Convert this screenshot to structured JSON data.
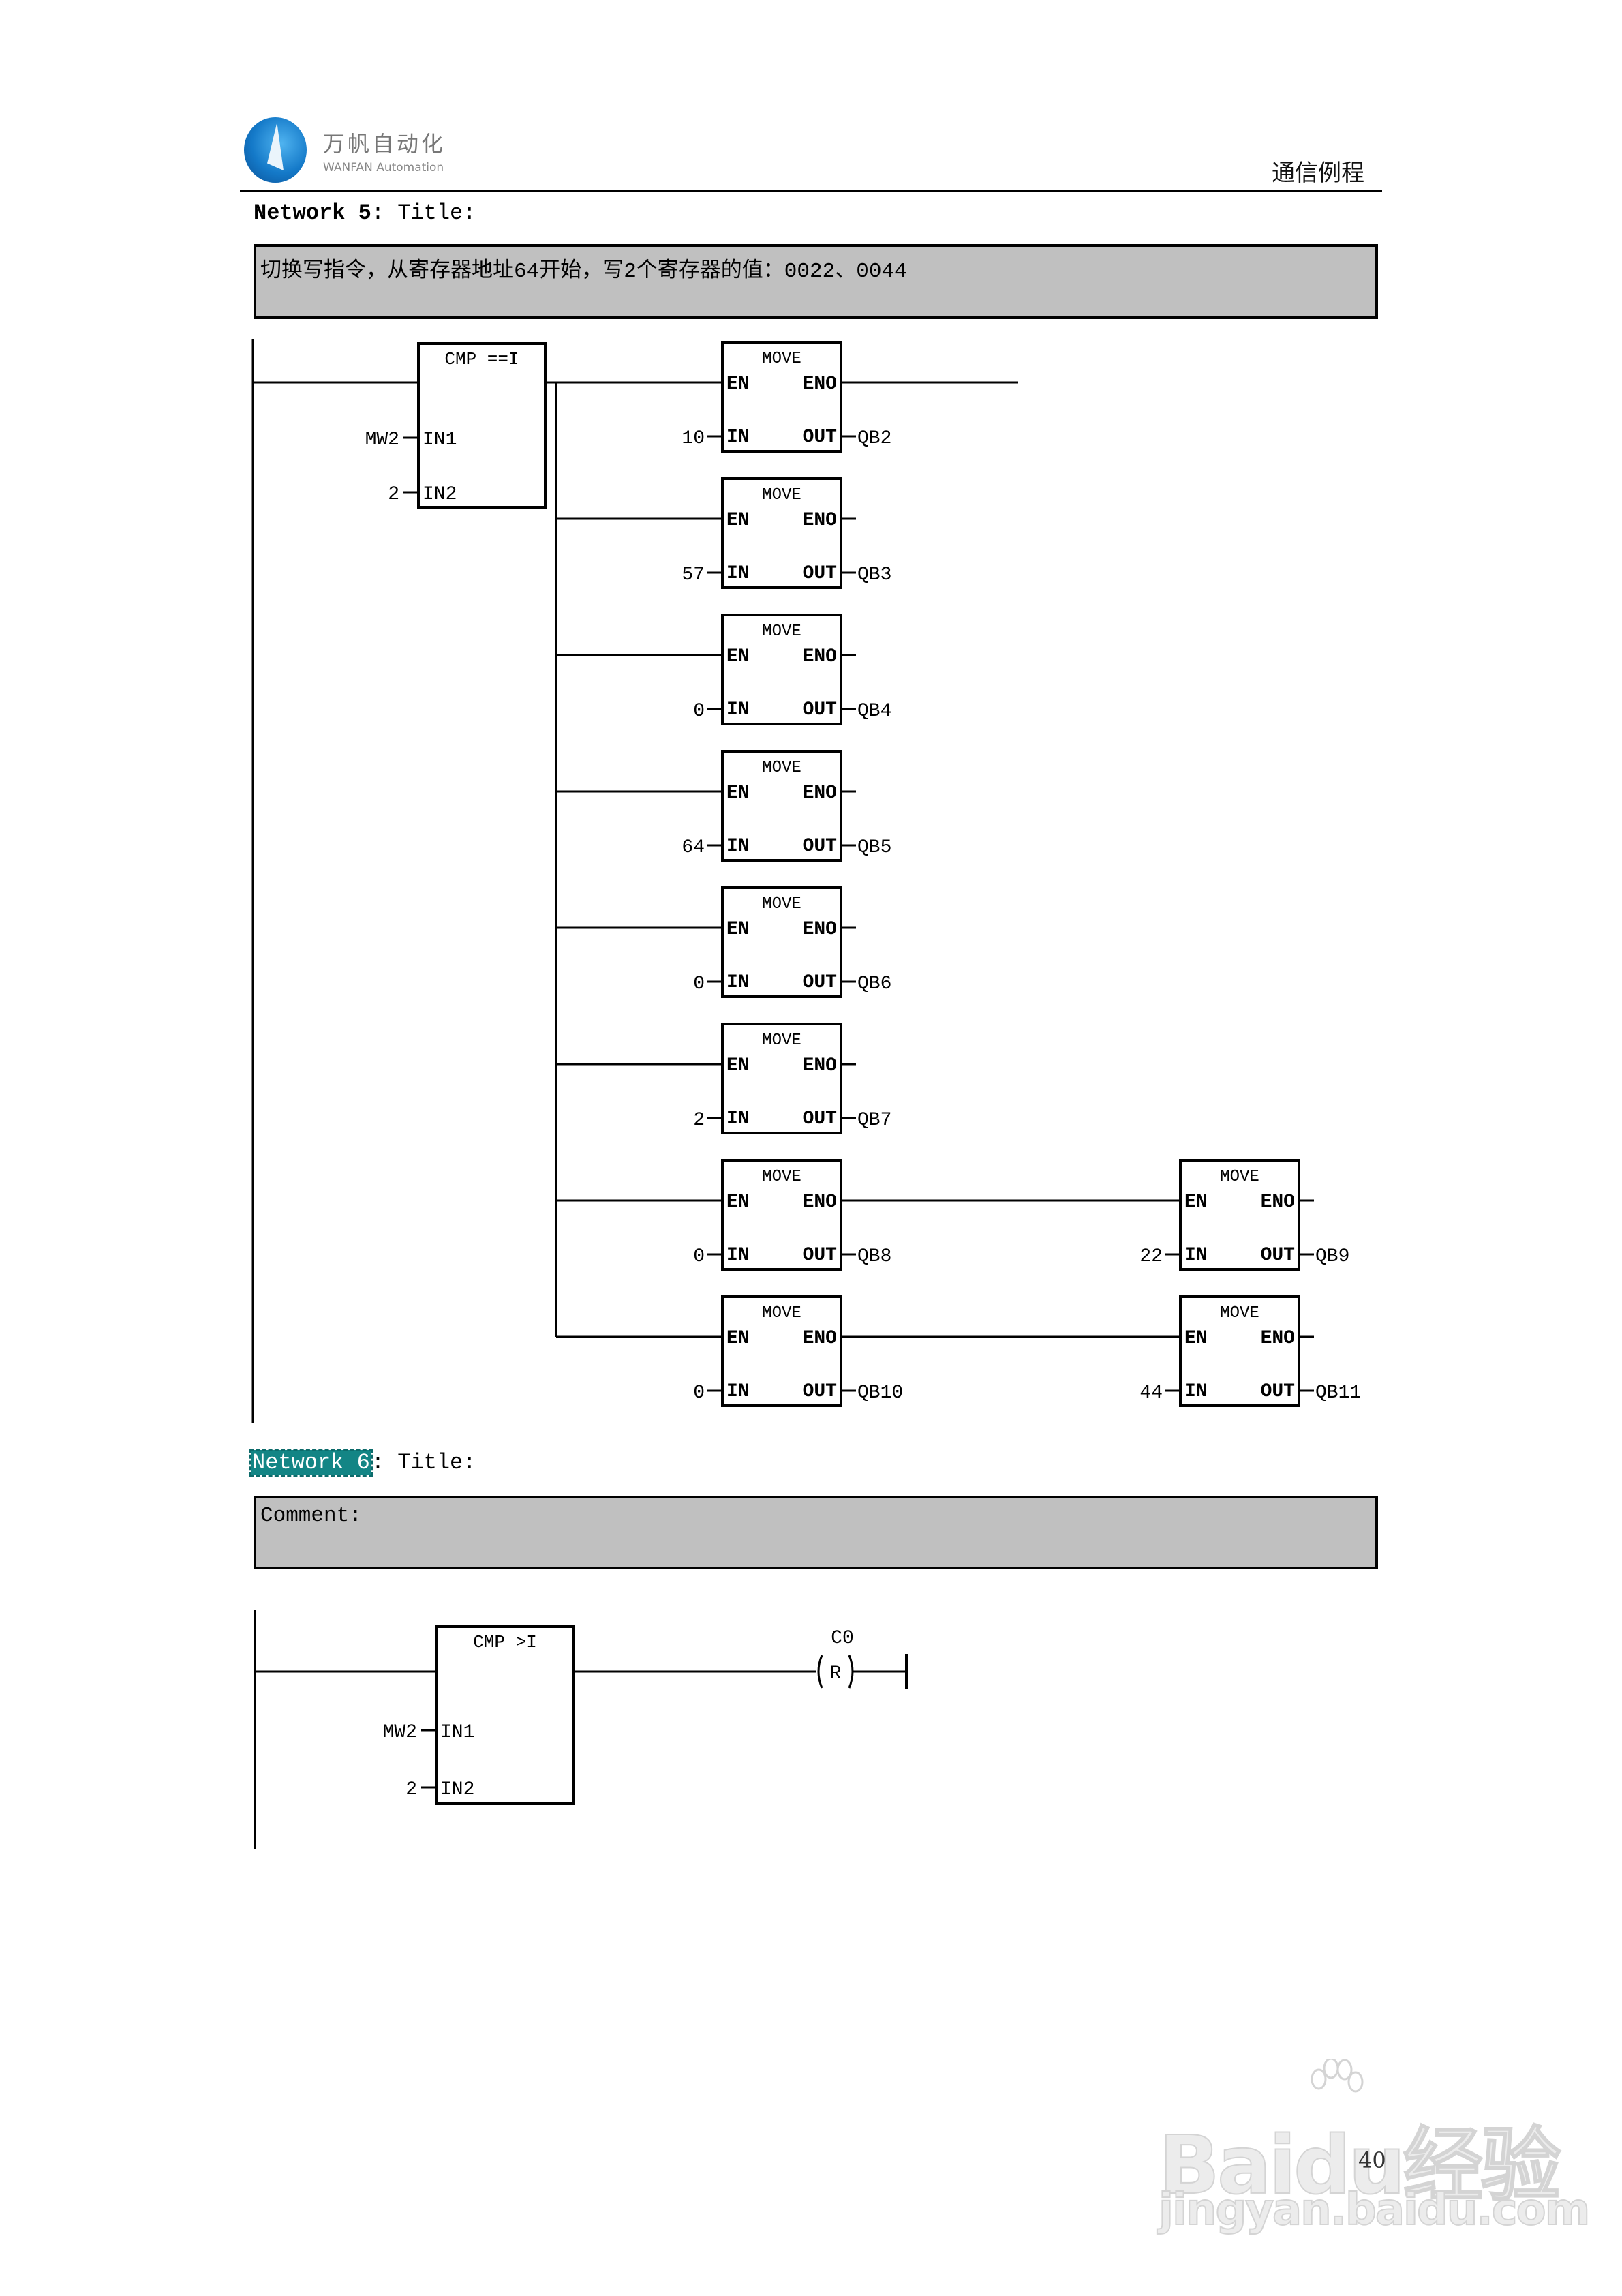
{
  "header": {
    "logo_cn": "万帆自动化",
    "logo_en": "WANFAN Automation",
    "section_title": "通信例程"
  },
  "network5": {
    "label": "Network 5",
    "title_suffix": ": Title:",
    "comment": "切换写指令，从寄存器地址64开始，写2个寄存器的值：0022、0044",
    "compare": {
      "op": "CMP ==I",
      "in1_label": "IN1",
      "in2_label": "IN2",
      "in1": "MW2",
      "in2": "2"
    },
    "moves": [
      {
        "title": "MOVE",
        "en": "EN",
        "eno": "ENO",
        "in_label": "IN",
        "out_label": "OUT",
        "in": "10",
        "out": "QB2"
      },
      {
        "title": "MOVE",
        "en": "EN",
        "eno": "ENO",
        "in_label": "IN",
        "out_label": "OUT",
        "in": "57",
        "out": "QB3"
      },
      {
        "title": "MOVE",
        "en": "EN",
        "eno": "ENO",
        "in_label": "IN",
        "out_label": "OUT",
        "in": "0",
        "out": "QB4"
      },
      {
        "title": "MOVE",
        "en": "EN",
        "eno": "ENO",
        "in_label": "IN",
        "out_label": "OUT",
        "in": "64",
        "out": "QB5"
      },
      {
        "title": "MOVE",
        "en": "EN",
        "eno": "ENO",
        "in_label": "IN",
        "out_label": "OUT",
        "in": "0",
        "out": "QB6"
      },
      {
        "title": "MOVE",
        "en": "EN",
        "eno": "ENO",
        "in_label": "IN",
        "out_label": "OUT",
        "in": "2",
        "out": "QB7"
      },
      {
        "title": "MOVE",
        "en": "EN",
        "eno": "ENO",
        "in_label": "IN",
        "out_label": "OUT",
        "in": "0",
        "out": "QB8"
      },
      {
        "title": "MOVE",
        "en": "EN",
        "eno": "ENO",
        "in_label": "IN",
        "out_label": "OUT",
        "in": "0",
        "out": "QB10"
      }
    ],
    "chained_moves": [
      {
        "row": 6,
        "title": "MOVE",
        "en": "EN",
        "eno": "ENO",
        "in_label": "IN",
        "out_label": "OUT",
        "in": "22",
        "out": "QB9"
      },
      {
        "row": 7,
        "title": "MOVE",
        "en": "EN",
        "eno": "ENO",
        "in_label": "IN",
        "out_label": "OUT",
        "in": "44",
        "out": "QB11"
      }
    ]
  },
  "network6": {
    "label": "Network 6",
    "title_suffix": ": Title:",
    "comment": "Comment:",
    "compare": {
      "op": "CMP >I",
      "in1_label": "IN1",
      "in2_label": "IN2",
      "in1": "MW2",
      "in2": "2"
    },
    "coil": {
      "address": "C0",
      "type": "R"
    }
  },
  "footer": {
    "page_number": "40",
    "watermark_main": "Baidu经验",
    "watermark_sub": "jingyan.baidu.com"
  }
}
